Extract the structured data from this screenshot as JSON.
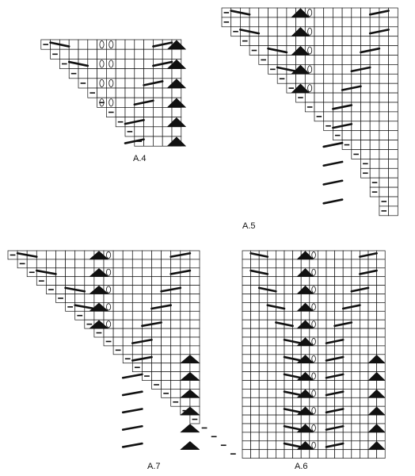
{
  "diagrams": [
    {
      "id": "a4",
      "label": "A.4",
      "rows": 11,
      "cols": 16,
      "steps": [
        1,
        2,
        3,
        4,
        5,
        6,
        7,
        8,
        9,
        10,
        11,
        11
      ]
    },
    {
      "id": "a5",
      "label": "A.5",
      "rows": 22,
      "cols": 19,
      "steps": [
        0,
        0,
        1,
        2,
        3,
        4,
        5,
        6,
        7,
        8,
        9,
        10,
        11,
        12,
        13,
        14,
        15,
        15,
        16,
        16,
        17,
        17
      ]
    },
    {
      "id": "a7",
      "label": "A.7",
      "rows": 24,
      "cols": 20,
      "steps": [
        0,
        1,
        2,
        3,
        4,
        5,
        6,
        7,
        8,
        9,
        10,
        11,
        12,
        13,
        14,
        15,
        16,
        17,
        18,
        19,
        20,
        21,
        22,
        23
      ]
    },
    {
      "id": "a6",
      "label": "A.6",
      "rows": 24,
      "cols": 17,
      "steps": [
        0,
        0,
        0,
        0,
        0,
        0,
        0,
        0,
        0,
        0,
        0,
        0,
        0,
        0,
        0,
        0,
        0,
        0,
        0,
        0,
        0,
        0,
        0,
        0
      ]
    }
  ],
  "colors": {
    "line": "#111111",
    "fill": "#111111",
    "paper": "#ffffff"
  },
  "symbols": [
    "purl-dash",
    "double-oval-increase",
    "diagonal-bar-decrease",
    "triangle-centre-decrease"
  ]
}
